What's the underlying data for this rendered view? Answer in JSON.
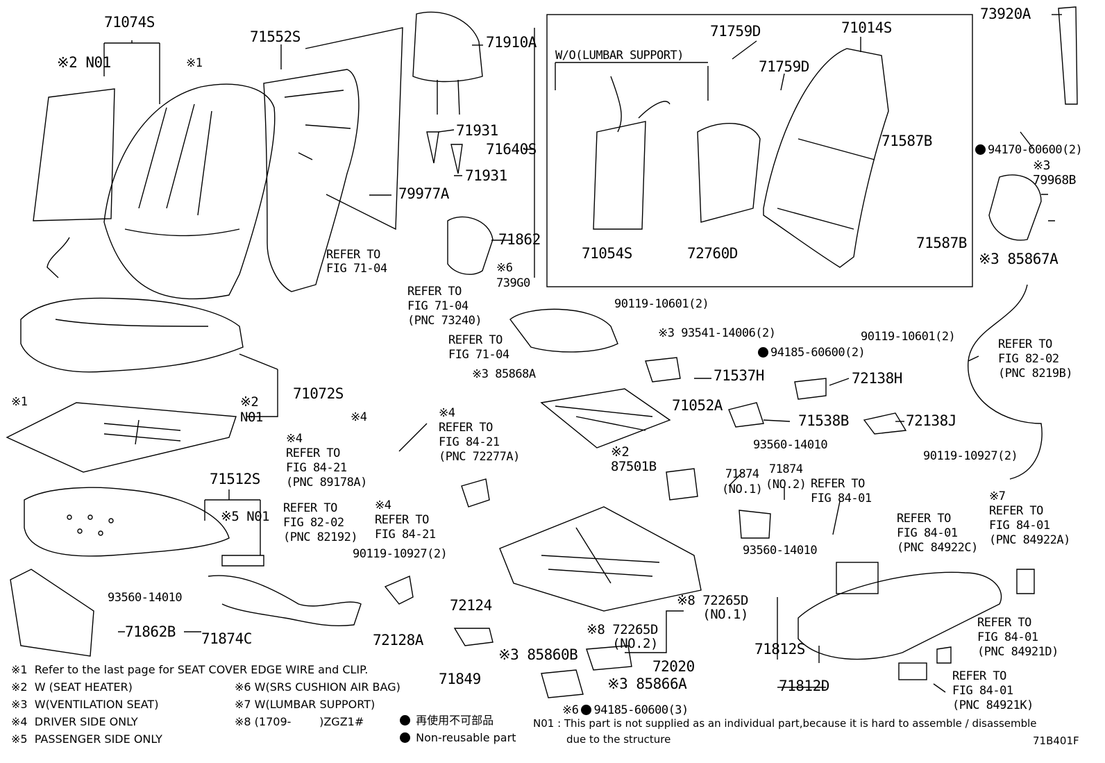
{
  "labels": {
    "p71074S": "71074S",
    "n01a": "※2 N01",
    "cw1a": "※1",
    "p71552S": "71552S",
    "p71910A": "71910A",
    "p71931a": "71931",
    "p71931b": "71931",
    "p71640S": "71640S",
    "p79977A": "79977A",
    "p71862": "71862",
    "ref7104a": "REFER TO\nFIG 71-04",
    "ref7104b": "REFER TO\nFIG 71-04\n(PNC 73240)",
    "ref7104c": "REFER TO\nFIG 71-04",
    "p739G0": "※6\n739G0",
    "wo_lumbar": "W/O(LUMBAR SUPPORT)",
    "p71759Da": "71759D",
    "p71759Db": "71759D",
    "p71014S": "71014S",
    "p71587Ba": "71587B",
    "p71587Bb": "71587B",
    "p71054S": "71054S",
    "p72760D": "72760D",
    "p73920A": "73920A",
    "p94170": "94170-60600(2)",
    "p79968B": "※3\n79968B",
    "p85867A": "※3 85867A",
    "p90119a": "90119-10601(2)",
    "p93541": "※3 93541-14006(2)",
    "p94185a": "94185-60600(2)",
    "p90119b": "90119-10601(2)",
    "ref8202a": "REFER TO\nFIG 82-02\n(PNC 8219B)",
    "cw1b": "※1",
    "n01b": "※2\nN01",
    "p71072S": "71072S",
    "p85868A": "※3 85868A",
    "p71537H": "71537H",
    "p72138H": "72138H",
    "p71052A": "71052A",
    "p71538B": "71538B",
    "p72138J": "72138J",
    "p4a": "※4",
    "ref8421a": "※4\nREFER TO\nFIG 84-21\n(PNC 89178A)",
    "ref8421b": "※4\nREFER TO\nFIG 84-21\n(PNC 72277A)",
    "p93560a": "93560-14010",
    "p87501B": "※2\n87501B",
    "p90119c": "90119-10927(2)",
    "p71874a": "71874\n(NO.1)",
    "p71874b": "71874\n(NO.2)",
    "ref8401a": "REFER TO\nFIG 84-01",
    "p71512S": "71512S",
    "n01c": "※5 N01",
    "ref8202b": "REFER TO\nFIG 82-02\n(PNC 82192)",
    "ref8421c": "※4\nREFER TO\nFIG 84-21",
    "p90119d": "90119-10927(2)",
    "p93560b": "93560-14010",
    "ref8401b": "REFER TO\nFIG 84-01\n(PNC 84922C)",
    "ref8401c": "※7\nREFER TO\nFIG 84-01\n(PNC 84922A)",
    "p93560c": "93560-14010",
    "p72265Da": "※8 72265D\n(NO.1)",
    "p72265Db": "※8 72265D\n(NO.2)",
    "p71862B": "71862B",
    "p71874C": "71874C",
    "p72124": "72124",
    "p72128A": "72128A",
    "p85860B": "※3 85860B",
    "p72020": "72020",
    "p71812S": "71812S",
    "p71812D": "71812D",
    "ref8401d": "REFER TO\nFIG 84-01\n(PNC 84921D)",
    "ref8401e": "REFER TO\nFIG 84-01\n(PNC 84921K)",
    "p71849": "71849",
    "p85866A": "※3 85866A",
    "p94185b": "※6",
    "p94185b2": "94185-60600(3)"
  },
  "notes": {
    "n1": "※1  Refer to the last page for SEAT COVER EDGE WIRE and CLIP.",
    "n2": "※2  W (SEAT HEATER)",
    "n3": "※3  W(VENTILATION SEAT)",
    "n4": "※4  DRIVER SIDE ONLY",
    "n5": "※5  PASSENGER SIDE ONLY",
    "n6": "※6 W(SRS CUSHION AIR BAG)",
    "n7": "※7 W(LUMBAR SUPPORT)",
    "n8": "※8 (1709-        )ZGZ1#",
    "nr1": "再使用不可部品",
    "nr2": "Non-reusable part",
    "n01_1": "N01 : This part is not supplied as an individual part,because it is hard to assemble / disassemble",
    "n01_2": "due to the structure",
    "code": "71B401F"
  }
}
